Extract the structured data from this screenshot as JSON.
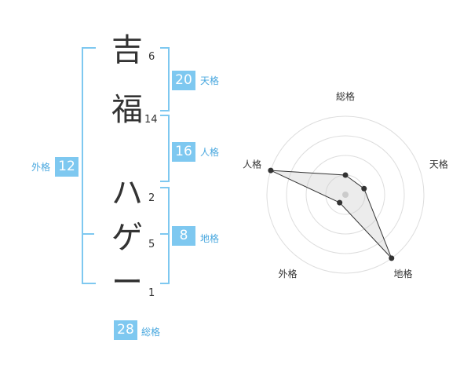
{
  "name": {
    "chars": [
      "吉",
      "福",
      "ハ",
      "ゲ",
      "ー"
    ],
    "strokes": [
      "6",
      "14",
      "2",
      "5",
      "1"
    ]
  },
  "fortunes": {
    "tenkaku": {
      "label": "天格",
      "value": "20"
    },
    "jinkaku": {
      "label": "人格",
      "value": "16"
    },
    "chikaku": {
      "label": "地格",
      "value": "8"
    },
    "gaikaku": {
      "label": "外格",
      "value": "12"
    },
    "soukaku": {
      "label": "総格",
      "value": "28"
    }
  },
  "chart_data": {
    "type": "radar",
    "axes": [
      "総格",
      "天格",
      "地格",
      "外格",
      "人格"
    ],
    "values": [
      1,
      1,
      4,
      0.5,
      4
    ],
    "max": 4,
    "rings": 4
  },
  "colors": {
    "accent": "#7ec8f0",
    "accent_text": "#4aa8df",
    "text": "#333333",
    "grid": "#dddddd"
  }
}
